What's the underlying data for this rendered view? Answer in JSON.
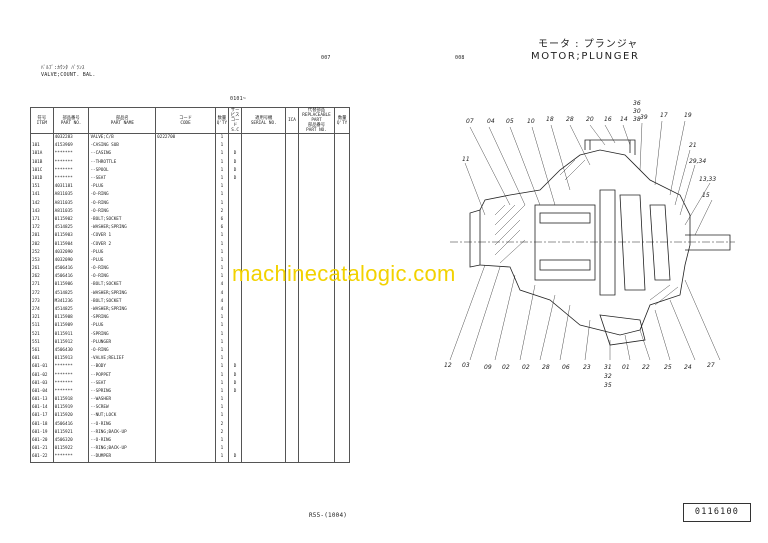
{
  "left_page": {
    "page_code": "007",
    "title_kana": "ﾊﾞﾙﾌﾞ:ｶｳﾝﾀ ﾊﾞﾗﾝｽ",
    "title_en": "VALVE;COUNT. BAL.",
    "serial_range": "0101~",
    "columns": {
      "item_jp": "符号",
      "item_en": "ITEM",
      "part_jp": "部品番号",
      "part_en": "PART NO.",
      "name_jp": "部品名",
      "name_en": "PART NAME",
      "code_jp": "コード",
      "code_en": "CODE",
      "qty_jp": "数量",
      "qty_en": "Q'TY",
      "svc_jp": "サービスコード",
      "svc_en": "S.C",
      "serial_jp": "適用号機",
      "serial_en": "SERIAL NO.",
      "ica": "ICA",
      "replace_jp": "代替部品",
      "replace_en": "REPLACEABLE PART",
      "rpart_jp": "部品番号",
      "rpart_en": "PART NO.",
      "rqty_jp": "数量",
      "rqty_en": "Q'TY"
    },
    "rows": [
      {
        "item": "",
        "part": "4032283",
        "name": "VALVE;C/B",
        "code": "0222700",
        "qty": "1",
        "sc": ""
      },
      {
        "item": "101",
        "part": "4153969",
        "name": "-CASING SUB",
        "code": "",
        "qty": "1",
        "sc": ""
      },
      {
        "item": "101A",
        "part": "*******",
        "name": "--CASING",
        "code": "",
        "qty": "1",
        "sc": "D"
      },
      {
        "item": "101B",
        "part": "*******",
        "name": "--THROTTLE",
        "code": "",
        "qty": "1",
        "sc": "D"
      },
      {
        "item": "101C",
        "part": "*******",
        "name": "--SPOOL",
        "code": "",
        "qty": "1",
        "sc": "D"
      },
      {
        "item": "101D",
        "part": "*******",
        "name": "--SEAT",
        "code": "",
        "qty": "1",
        "sc": "D"
      },
      {
        "item": "151",
        "part": "4031181",
        "name": "-PLUG",
        "code": "",
        "qty": "1",
        "sc": ""
      },
      {
        "item": "141",
        "part": "A811035",
        "name": "-O-RING",
        "code": "",
        "qty": "1",
        "sc": ""
      },
      {
        "item": "142",
        "part": "A811035",
        "name": "-O-RING",
        "code": "",
        "qty": "1",
        "sc": ""
      },
      {
        "item": "143",
        "part": "A811035",
        "name": "-O-RING",
        "code": "",
        "qty": "2",
        "sc": ""
      },
      {
        "item": "171",
        "part": "0115902",
        "name": "-BOLT;SOCKET",
        "code": "",
        "qty": "6",
        "sc": ""
      },
      {
        "item": "172",
        "part": "4514825",
        "name": "-WASHER;SPRING",
        "code": "",
        "qty": "6",
        "sc": ""
      },
      {
        "item": "201",
        "part": "0115903",
        "name": "-COVER 1",
        "code": "",
        "qty": "1",
        "sc": ""
      },
      {
        "item": "202",
        "part": "0115904",
        "name": "-COVER 2",
        "code": "",
        "qty": "1",
        "sc": ""
      },
      {
        "item": "252",
        "part": "4032090",
        "name": "-PLUG",
        "code": "",
        "qty": "1",
        "sc": ""
      },
      {
        "item": "253",
        "part": "4032090",
        "name": "-PLUG",
        "code": "",
        "qty": "1",
        "sc": ""
      },
      {
        "item": "261",
        "part": "4506416",
        "name": "-O-RING",
        "code": "",
        "qty": "1",
        "sc": ""
      },
      {
        "item": "262",
        "part": "4506416",
        "name": "-O-RING",
        "code": "",
        "qty": "1",
        "sc": ""
      },
      {
        "item": "271",
        "part": "0115906",
        "name": "-BOLT;SOCKET",
        "code": "",
        "qty": "4",
        "sc": ""
      },
      {
        "item": "272",
        "part": "4514825",
        "name": "-WASHER;SPRING",
        "code": "",
        "qty": "4",
        "sc": ""
      },
      {
        "item": "273",
        "part": "M341236",
        "name": "-BOLT;SOCKET",
        "code": "",
        "qty": "4",
        "sc": ""
      },
      {
        "item": "274",
        "part": "4514825",
        "name": "-WASHER;SPRING",
        "code": "",
        "qty": "4",
        "sc": ""
      },
      {
        "item": "321",
        "part": "0115908",
        "name": "-SPRING",
        "code": "",
        "qty": "1",
        "sc": ""
      },
      {
        "item": "511",
        "part": "0115909",
        "name": "-PLUG",
        "code": "",
        "qty": "1",
        "sc": ""
      },
      {
        "item": "521",
        "part": "0115911",
        "name": "-SPRING",
        "code": "",
        "qty": "1",
        "sc": ""
      },
      {
        "item": "551",
        "part": "0115912",
        "name": "-PLUNGER",
        "code": "",
        "qty": "1",
        "sc": ""
      },
      {
        "item": "561",
        "part": "4506430",
        "name": "-O-RING",
        "code": "",
        "qty": "1",
        "sc": ""
      },
      {
        "item": "601",
        "part": "0115913",
        "name": "-VALVE;RELIEF",
        "code": "",
        "qty": "1",
        "sc": ""
      },
      {
        "item": "601-01",
        "part": "*******",
        "name": "--BODY",
        "code": "",
        "qty": "1",
        "sc": "D"
      },
      {
        "item": "601-02",
        "part": "*******",
        "name": "--POPPET",
        "code": "",
        "qty": "1",
        "sc": "D"
      },
      {
        "item": "601-03",
        "part": "*******",
        "name": "--SEAT",
        "code": "",
        "qty": "1",
        "sc": "D"
      },
      {
        "item": "601-04",
        "part": "*******",
        "name": "--SPRING",
        "code": "",
        "qty": "1",
        "sc": "D"
      },
      {
        "item": "601-13",
        "part": "0115918",
        "name": "--WASHER",
        "code": "",
        "qty": "1",
        "sc": ""
      },
      {
        "item": "601-14",
        "part": "0115919",
        "name": "--SCREW",
        "code": "",
        "qty": "1",
        "sc": ""
      },
      {
        "item": "601-17",
        "part": "0115920",
        "name": "--NUT;LOCK",
        "code": "",
        "qty": "1",
        "sc": ""
      },
      {
        "item": "601-18",
        "part": "4506416",
        "name": "--O-RING",
        "code": "",
        "qty": "2",
        "sc": ""
      },
      {
        "item": "601-19",
        "part": "0115921",
        "name": "--RING;BACK-UP",
        "code": "",
        "qty": "2",
        "sc": ""
      },
      {
        "item": "601-20",
        "part": "4506320",
        "name": "--O-RING",
        "code": "",
        "qty": "1",
        "sc": ""
      },
      {
        "item": "601-21",
        "part": "0115922",
        "name": "--RING;BACK-UP",
        "code": "",
        "qty": "1",
        "sc": ""
      },
      {
        "item": "601-22",
        "part": "*******",
        "name": "--DUMPER",
        "code": "",
        "qty": "1",
        "sc": "D"
      }
    ],
    "footer": "R55-(1004)"
  },
  "right_page": {
    "page_code": "008",
    "title_jp": "モータ : プランジャ",
    "title_en": "MOTOR;PLUNGER",
    "labels_top": [
      "07",
      "04",
      "05",
      "10",
      "18",
      "28",
      "20",
      "16",
      "14",
      "39",
      "17",
      "19"
    ],
    "labels_topright": [
      "36",
      "30",
      "38"
    ],
    "labels_right": [
      "21",
      "29,34",
      "13,33",
      "15"
    ],
    "labels_left": [
      "11"
    ],
    "labels_bottom": [
      "12",
      "03",
      "09",
      "02",
      "02",
      "28",
      "06",
      "23",
      "31",
      "01",
      "22",
      "25",
      "24",
      "27"
    ],
    "labels_bottom_sub": [
      "32",
      "35"
    ],
    "stamp": "0116100"
  },
  "watermark": "machinecatalogic.com"
}
